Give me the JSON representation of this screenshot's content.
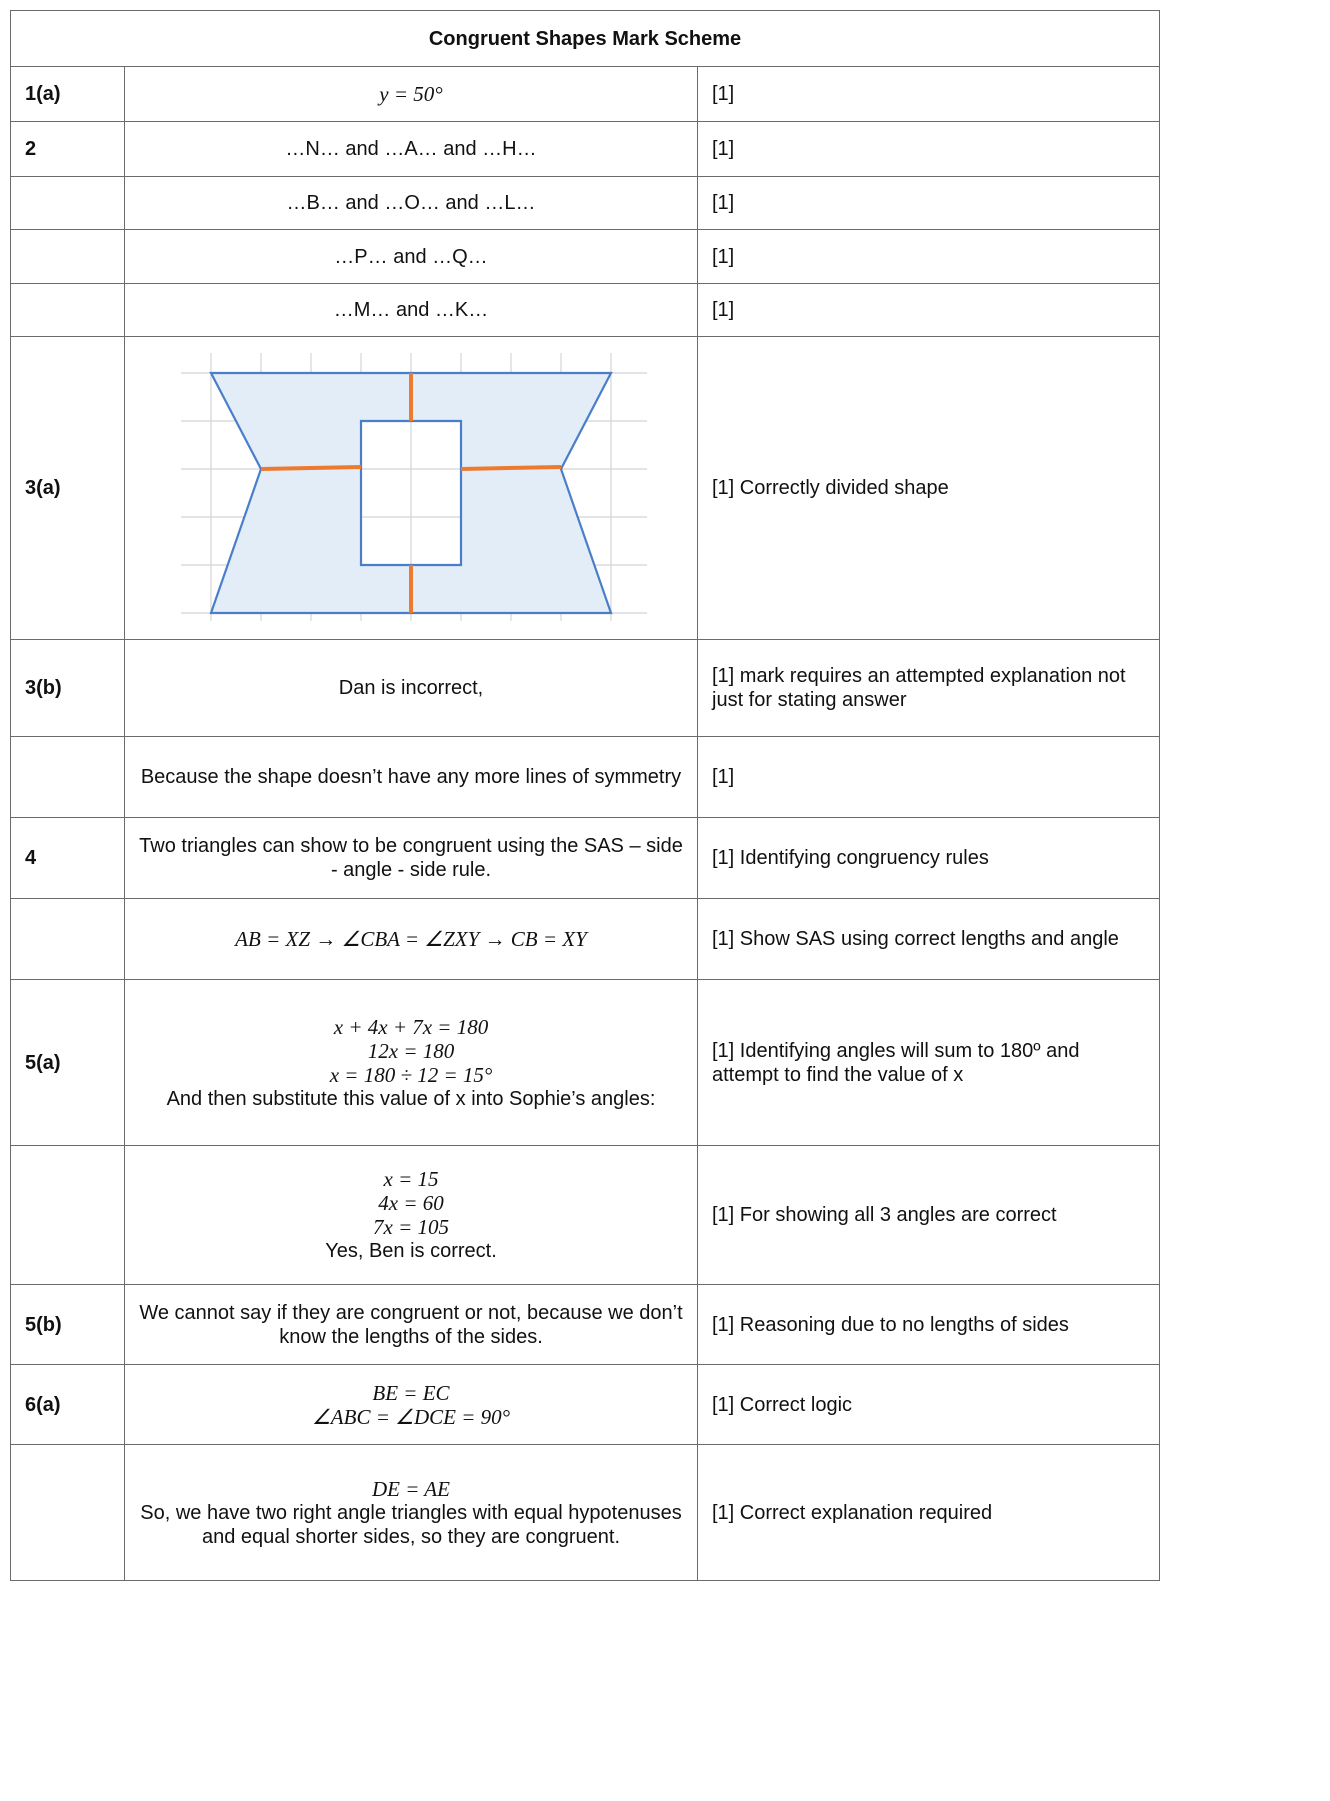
{
  "title": "Congruent Shapes Mark Scheme",
  "rows": [
    {
      "q": "1(a)",
      "answer": [
        "y = 50°"
      ],
      "math": true,
      "mark": "[1]"
    },
    {
      "q": "2",
      "answer": [
        "…N… and …A… and …H…"
      ],
      "mark": "[1]"
    },
    {
      "q": "",
      "answer": [
        "…B… and …O… and …L…"
      ],
      "mark": "[1]"
    },
    {
      "q": "",
      "answer": [
        "…P… and …Q…"
      ],
      "mark": "[1]"
    },
    {
      "q": "",
      "answer": [
        "…M… and …K…"
      ],
      "mark": "[1]"
    },
    {
      "q": "3(a)",
      "answer": [],
      "mark": "[1] Correctly divided shape"
    },
    {
      "q": "3(b)",
      "answer": [
        "Dan is incorrect,"
      ],
      "mark": "[1] mark requires an attempted explanation not just for stating answer"
    },
    {
      "q": "",
      "answer": [
        "Because the shape doesn’t have any more lines of symmetry"
      ],
      "mark": "[1]"
    },
    {
      "q": "4",
      "answer": [
        "Two triangles can show to be congruent using the SAS – side - angle - side rule."
      ],
      "mark": "[1] Identifying congruency rules"
    },
    {
      "q": "",
      "answer": [
        "AB = XZ → ∠CBA = ∠ZXY → CB = XY"
      ],
      "math": true,
      "mark": "[1] Show SAS using correct lengths and angle"
    },
    {
      "q": "5(a)",
      "answer": [
        "x + 4x + 7x = 180",
        "12x = 180",
        "x = 180 ÷ 12 = 15°",
        "And then substitute this value of x into Sophie’s angles:"
      ],
      "mark": "[1] Identifying angles will sum to 180º and attempt to find the value of x"
    },
    {
      "q": "",
      "answer": [
        "x = 15",
        "4x = 60",
        "7x = 105",
        "Yes, Ben is correct."
      ],
      "mark": "[1] For showing all 3 angles are correct"
    },
    {
      "q": "5(b)",
      "answer": [
        "We cannot say if they are congruent or not, because we don’t know the lengths of the sides."
      ],
      "mark": "[1] Reasoning due to no lengths of sides"
    },
    {
      "q": "6(a)",
      "answer": [
        "BE = EC",
        "∠ABC = ∠DCE = 90°"
      ],
      "math": true,
      "mark": "[1] Correct logic"
    },
    {
      "q": "",
      "answer": [
        "DE = AE",
        "So, we have two right angle triangles with equal hypotenuses and equal shorter sides, so they are congruent."
      ],
      "mark": "[1] Correct explanation required"
    }
  ],
  "colors": {
    "shape_stroke": "#4a7ec9",
    "shape_fill": "#e3edf7",
    "cut_lines": "#ec7a2f",
    "grid": "#d4d4d4"
  }
}
